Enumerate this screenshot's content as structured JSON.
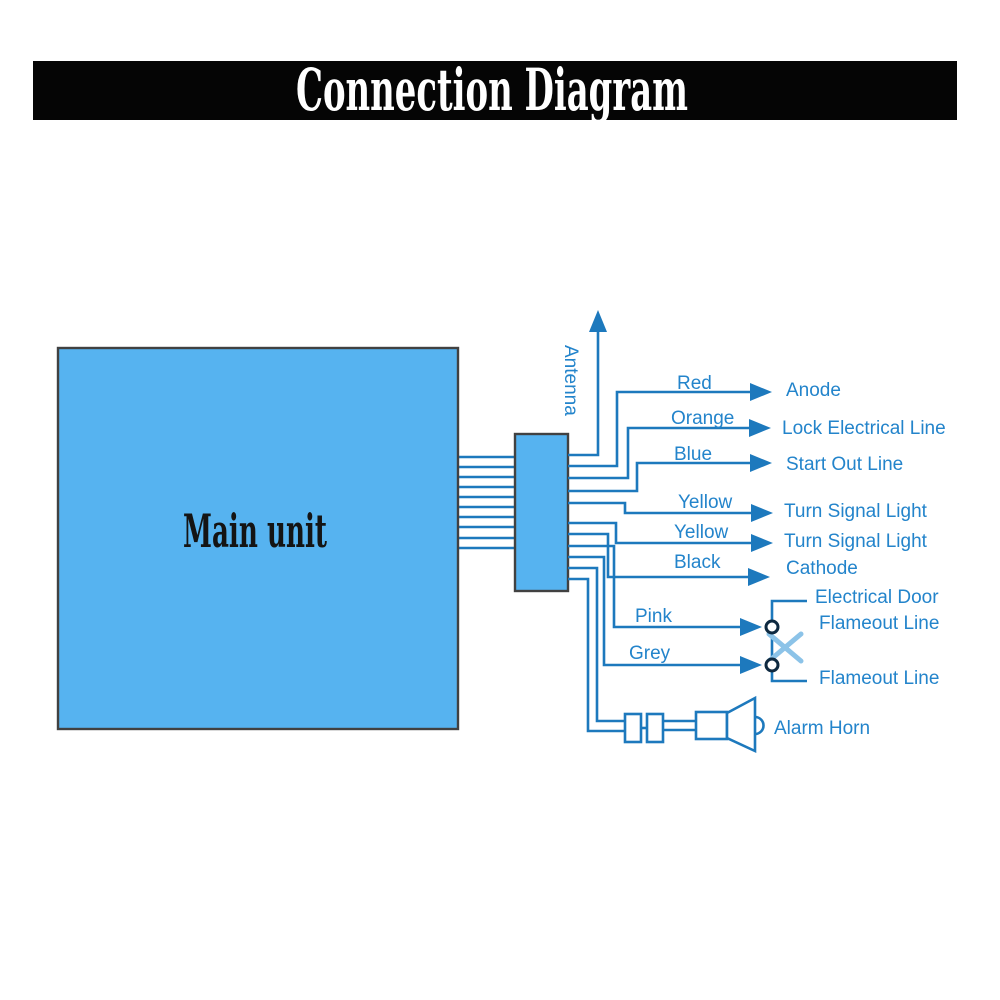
{
  "title": "Connection  Diagram",
  "main_unit_label": "Main unit",
  "antenna_label": "Antenna",
  "alarm_horn_label": "Alarm Horn",
  "wires": [
    {
      "color": "Red",
      "destination": "Anode"
    },
    {
      "color": "Orange",
      "destination": "Lock Electrical Line"
    },
    {
      "color": "Blue",
      "destination": "Start Out Line"
    },
    {
      "color": "Yellow",
      "destination": "Turn Signal Light"
    },
    {
      "color": "Yellow",
      "destination": "Turn Signal Light"
    },
    {
      "color": "Black",
      "destination": "Cathode"
    },
    {
      "color": "Pink",
      "destination_lines": [
        "Electrical Door",
        "Flameout Line"
      ]
    },
    {
      "color": "Grey",
      "destination": "Flameout Line"
    }
  ],
  "colors": {
    "wire_stroke": "#1d79bd",
    "label_text": "#2384cb",
    "box_fill": "#56b3f0",
    "box_border": "#414141",
    "banner_bg": "#050505",
    "banner_text": "#ffffff",
    "switch_cross": "#8cc3e8",
    "terminal_stroke": "#0e2940"
  }
}
